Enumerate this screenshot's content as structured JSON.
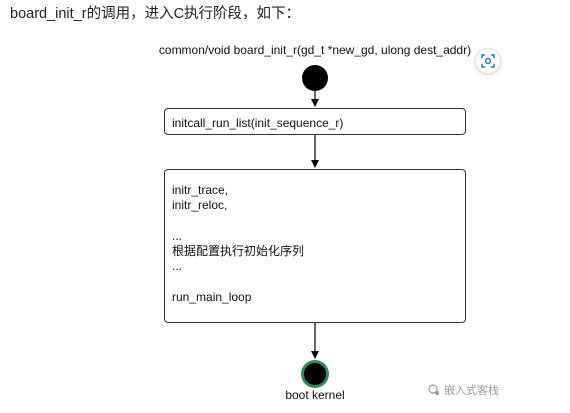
{
  "intro": {
    "text": "board_init_r的调用，进入C执行阶段，如下："
  },
  "diagram": {
    "function_signature": "common/void board_init_r(gd_t *new_gd, ulong dest_addr)",
    "box1": {
      "text": "initcall_run_list(init_sequence_r)"
    },
    "box2": {
      "lines": [
        "initr_trace,",
        "initr_reloc,",
        "",
        "...",
        "根据配置执行初始化序列",
        "...",
        "",
        "run_main_loop"
      ]
    },
    "end_label": "boot kernel"
  },
  "watermark": {
    "text": "嵌入式客栈"
  },
  "icons": {
    "scan": "scan-icon",
    "watermark_logo": "watermark-logo-icon"
  },
  "colors": {
    "end_ring": "#2e8b57",
    "scan_icon": "#1a73e8"
  }
}
